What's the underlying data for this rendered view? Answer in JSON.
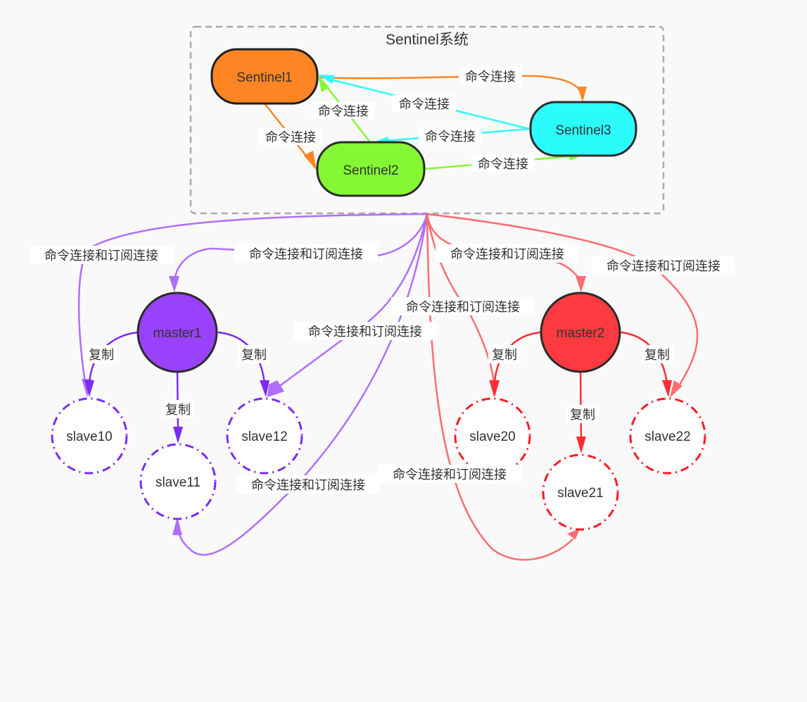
{
  "diagram": {
    "group": {
      "title": "Sentinel系统",
      "border_color": "#aaaaaa"
    },
    "colors": {
      "sentinel1": "#fd8524",
      "sentinel2": "#84f834",
      "sentinel3": "#2bfcfb",
      "master1": "#9842fb",
      "master2": "#fc3a3f",
      "purple_edge": "#b06ffb",
      "purple_repl": "#7b2cf5",
      "red_edge": "#fd6c70",
      "red_repl": "#fc2e33",
      "node_border": "#2b2b2b"
    },
    "nodes": {
      "sentinel1": "Sentinel1",
      "sentinel2": "Sentinel2",
      "sentinel3": "Sentinel3",
      "master1": "master1",
      "master2": "master2",
      "slave10": "slave10",
      "slave11": "slave11",
      "slave12": "slave12",
      "slave20": "slave20",
      "slave21": "slave21",
      "slave22": "slave22"
    },
    "edge_labels": {
      "cmd": "命令连接",
      "cmd_sub": "命令连接和订阅连接",
      "repl": "复制"
    },
    "edges": [
      {
        "from": "Sentinel1",
        "to": "Sentinel3",
        "label": "命令连接"
      },
      {
        "from": "Sentinel1",
        "to": "Sentinel2",
        "label": "命令连接"
      },
      {
        "from": "Sentinel2",
        "to": "Sentinel1",
        "label": "命令连接"
      },
      {
        "from": "Sentinel2",
        "to": "Sentinel3",
        "label": "命令连接"
      },
      {
        "from": "Sentinel3",
        "to": "Sentinel1",
        "label": "命令连接"
      },
      {
        "from": "Sentinel3",
        "to": "Sentinel2",
        "label": "命令连接"
      },
      {
        "from": "Sentinel系统",
        "to": "master1",
        "label": "命令连接和订阅连接"
      },
      {
        "from": "Sentinel系统",
        "to": "slave10",
        "label": "命令连接和订阅连接"
      },
      {
        "from": "Sentinel系统",
        "to": "slave11",
        "label": "命令连接和订阅连接"
      },
      {
        "from": "Sentinel系统",
        "to": "slave12",
        "label": "命令连接和订阅连接"
      },
      {
        "from": "Sentinel系统",
        "to": "master2",
        "label": "命令连接和订阅连接"
      },
      {
        "from": "Sentinel系统",
        "to": "slave20",
        "label": "命令连接和订阅连接"
      },
      {
        "from": "Sentinel系统",
        "to": "slave21",
        "label": "命令连接和订阅连接"
      },
      {
        "from": "Sentinel系统",
        "to": "slave22",
        "label": "命令连接和订阅连接"
      },
      {
        "from": "master1",
        "to": "slave10",
        "label": "复制"
      },
      {
        "from": "master1",
        "to": "slave11",
        "label": "复制"
      },
      {
        "from": "master1",
        "to": "slave12",
        "label": "复制"
      },
      {
        "from": "master2",
        "to": "slave20",
        "label": "复制"
      },
      {
        "from": "master2",
        "to": "slave21",
        "label": "复制"
      },
      {
        "from": "master2",
        "to": "slave22",
        "label": "复制"
      }
    ]
  }
}
